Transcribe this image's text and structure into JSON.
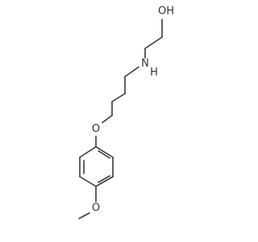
{
  "molecule": {
    "atoms": {
      "hydroxyl_label": "OH",
      "amine_label": "N",
      "amine_h_label": "H",
      "ether_oxygen_label": "O",
      "methoxy_oxygen_label": "O"
    },
    "colors": {
      "bond": "#3a3a3a",
      "text": "#333333",
      "background": "#ffffff"
    }
  }
}
